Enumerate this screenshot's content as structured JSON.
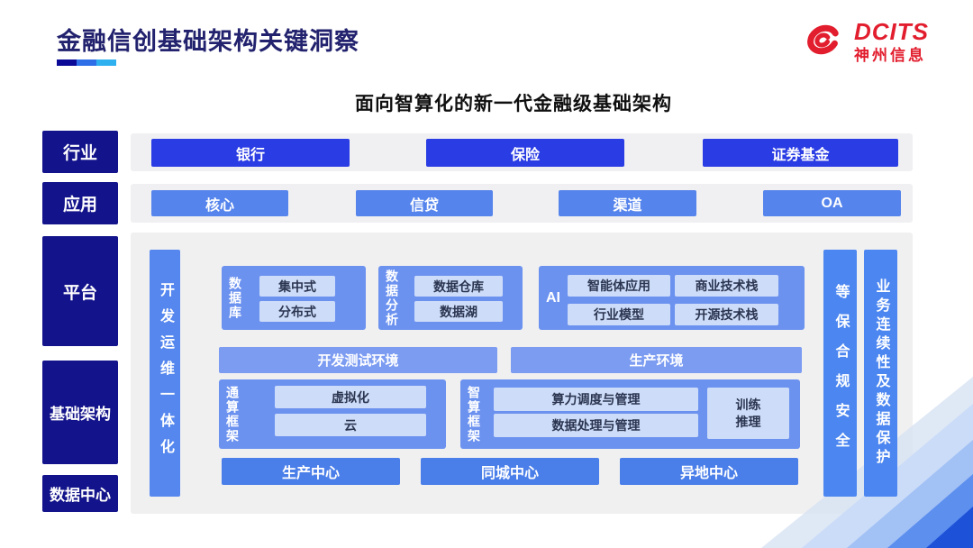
{
  "slide": {
    "title": "金融信创基础架构关键洞察",
    "subtitle": "面向智算化的新一代金融级基础架构"
  },
  "logo": {
    "brand": "DCITS",
    "company": "神州信息"
  },
  "rail": {
    "industry": "行业",
    "application": "应用",
    "platform": "平台",
    "infrastructure": "基础架构",
    "datacenter": "数据中心"
  },
  "industry_row": {
    "items": [
      "银行",
      "保险",
      "证券基金"
    ]
  },
  "application_row": {
    "items": [
      "核心",
      "信贷",
      "渠道",
      "OA"
    ]
  },
  "platform_panel": {
    "devops_bar": "开发运维一体化",
    "database_group": {
      "label": "数据库",
      "items": [
        "集中式",
        "分布式"
      ]
    },
    "analytics_group": {
      "label": "数据分析",
      "items": [
        "数据仓库",
        "数据湖"
      ]
    },
    "ai_group": {
      "label": "AI",
      "items": [
        "智能体应用",
        "商业技术栈",
        "行业模型",
        "开源技术栈"
      ]
    },
    "env_bars": [
      "开发测试环境",
      "生产环境"
    ],
    "general_compute_group": {
      "label": "通算框架",
      "items": [
        "虚拟化",
        "云"
      ]
    },
    "ai_compute_group": {
      "label": "智算框架",
      "items": [
        "算力调度与管理",
        "数据处理与管理"
      ],
      "side_item": "训练\n推理"
    },
    "centers": [
      "生产中心",
      "同城中心",
      "异地中心"
    ],
    "security_bar": "等保合规安全",
    "continuity_bar": "业务连续性及数据保护"
  },
  "colors": {
    "title_navy": "#22226E",
    "rail_navy": "#13138B",
    "industry_blue": "#2A3CE4",
    "application_blue": "#5584EC",
    "group_blue": "#6C92F0",
    "env_blue": "#7C9CF2",
    "center_blue": "#4A7EE9",
    "vbar_blue": "#4C86F0",
    "item_bg": "#CDDCF9",
    "panel_gray": "#F0F0F1",
    "brand_red": "#E21E2E",
    "underline_segments": [
      "#0A0A96",
      "#2E6FE8",
      "#2FB1F0"
    ]
  }
}
